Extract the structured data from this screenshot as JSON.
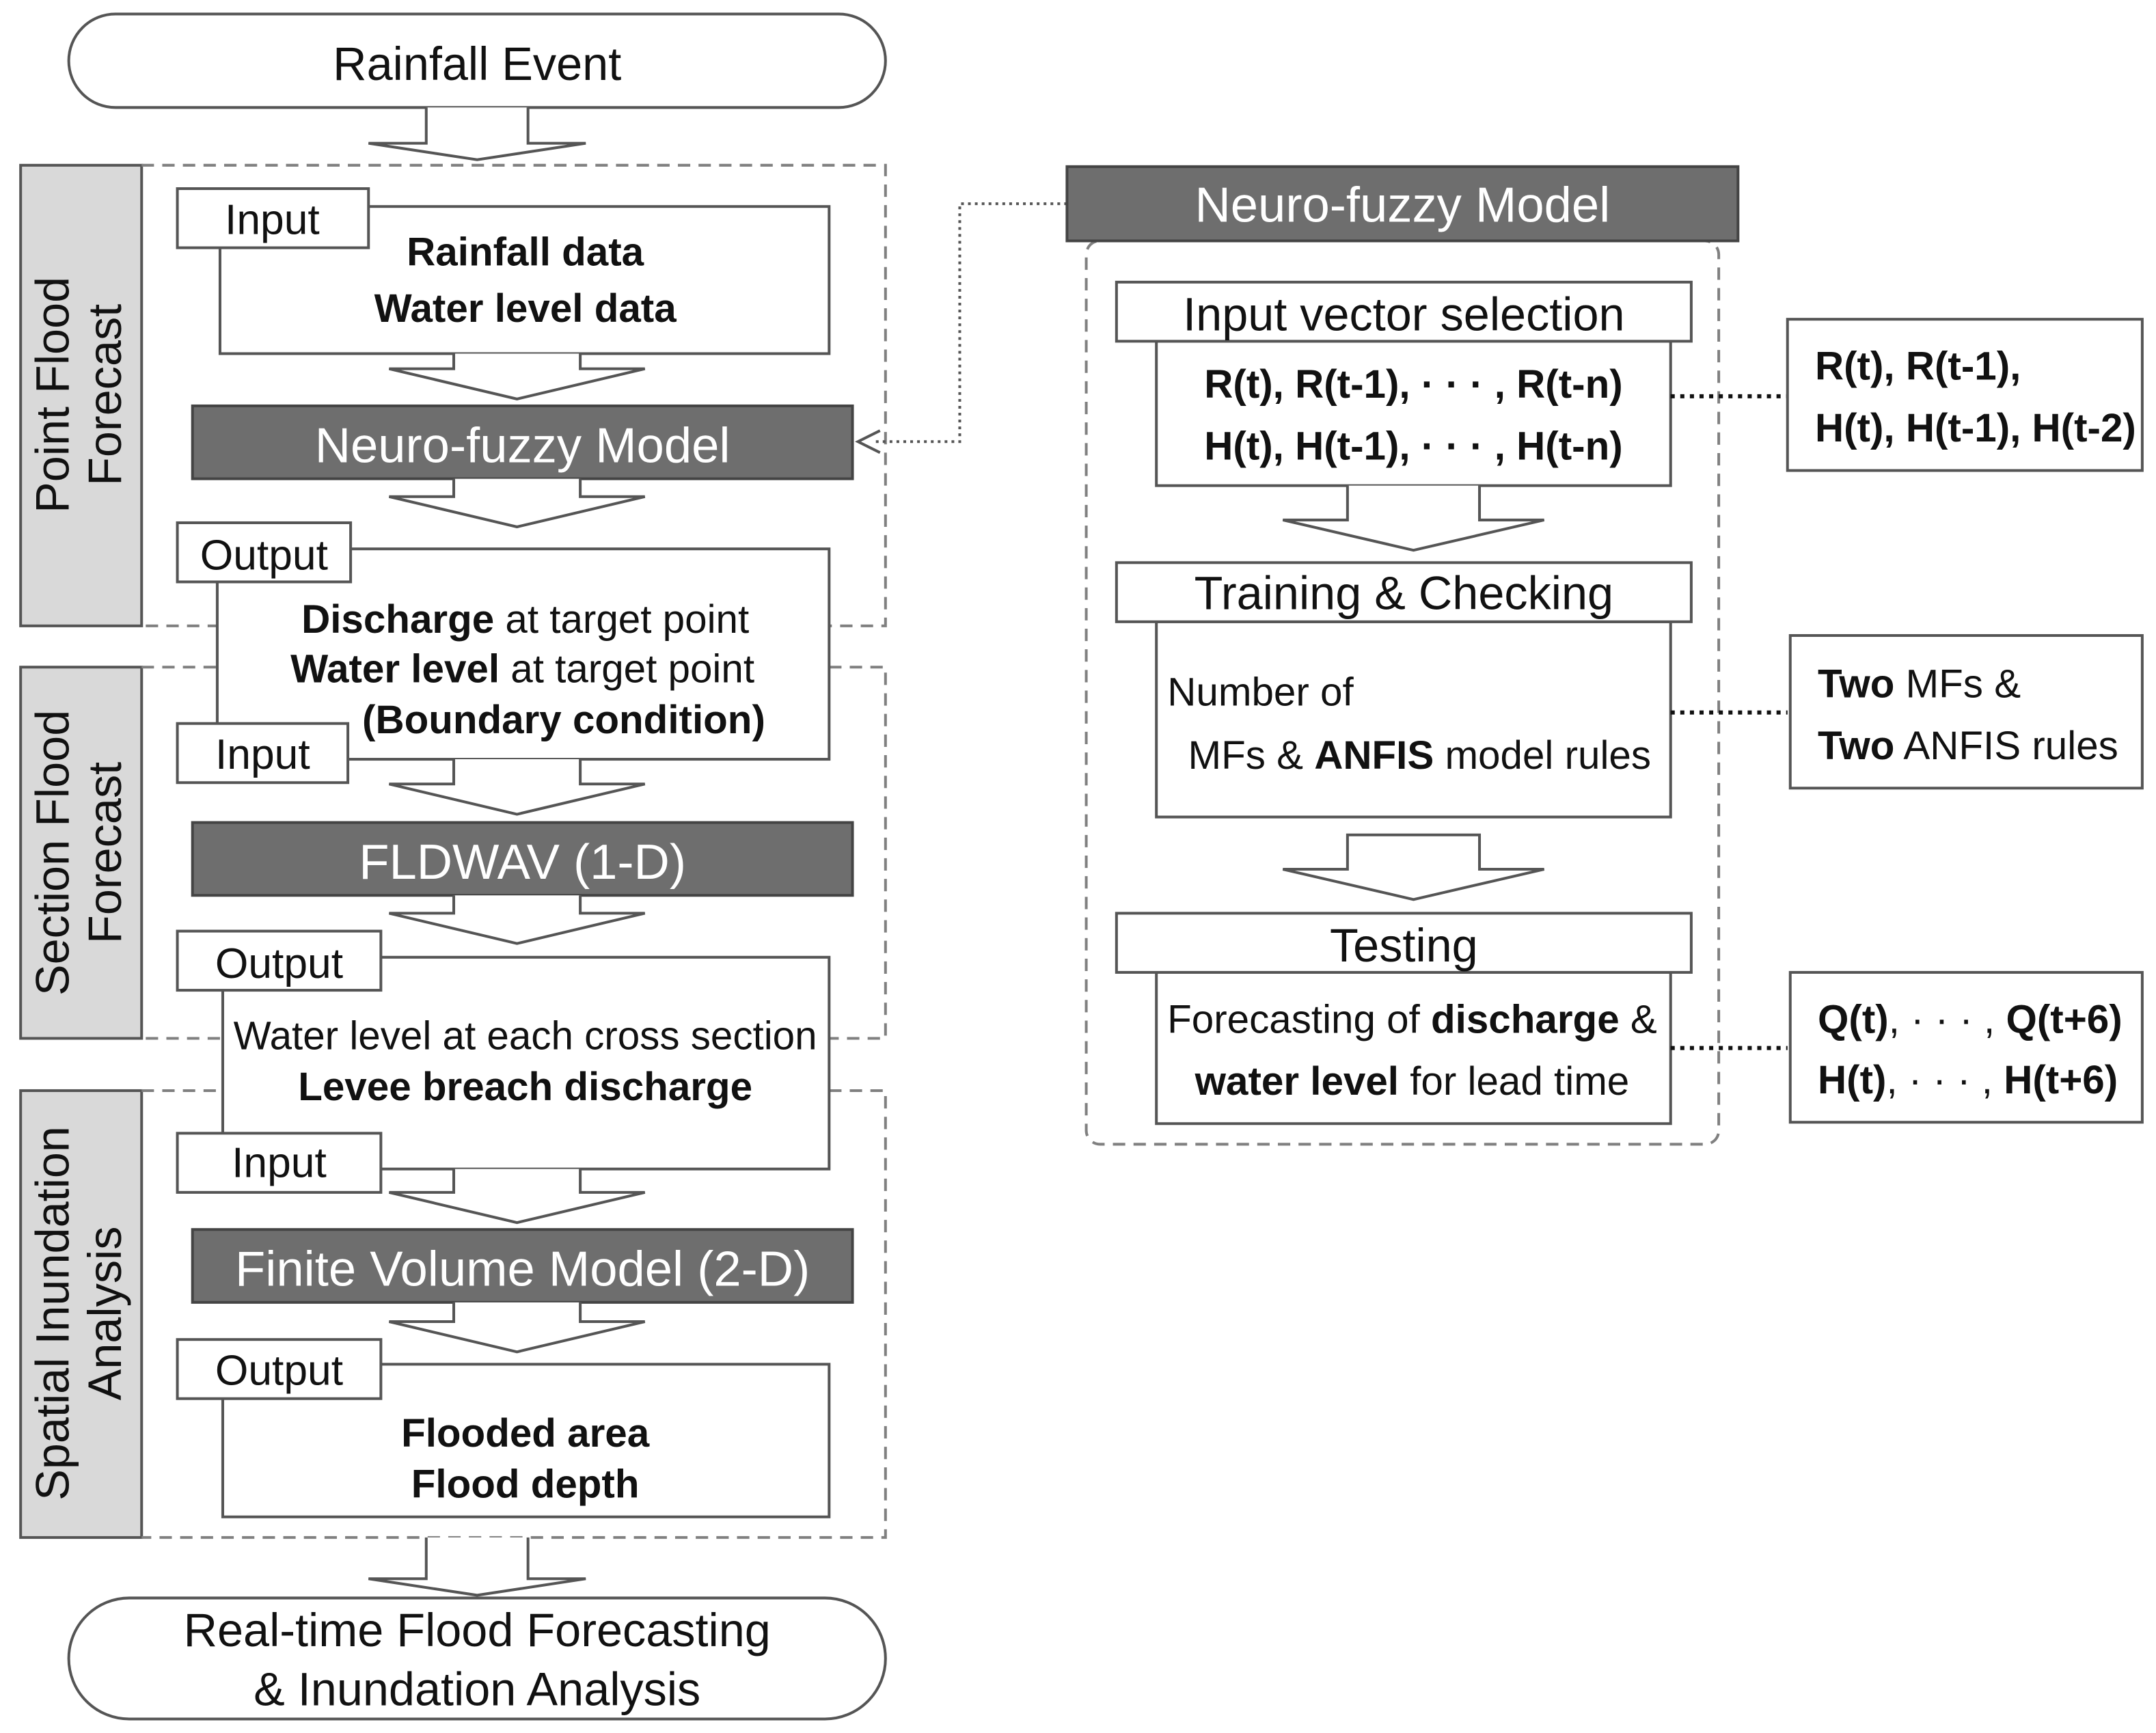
{
  "start": {
    "label": "Rainfall Event"
  },
  "end": {
    "line1": "Real-time Flood Forecasting",
    "line2": "& Inundation Analysis"
  },
  "stages": {
    "point": {
      "line1": "Point Flood",
      "line2": "Forecast"
    },
    "section": {
      "line1": "Section Flood",
      "line2": "Forecast"
    },
    "spatial": {
      "line1": "Spatial Inundation",
      "line2": "Analysis"
    }
  },
  "io": {
    "input": "Input",
    "output": "Output"
  },
  "boxes": {
    "rainfall_input": {
      "line1": "Rainfall data",
      "line2": "Water level data"
    },
    "nf_output": {
      "l1_bold": "Discharge",
      "l1_rest": " at target point",
      "l2_bold": "Water level",
      "l2_rest": " at target point",
      "l3": "(Boundary condition)"
    },
    "fldwav_output": {
      "line1": "Water level at each cross section",
      "line2": "Levee breach discharge"
    },
    "fv_output": {
      "line1": "Flooded area",
      "line2": "Flood depth"
    }
  },
  "models": {
    "neuro_fuzzy": "Neuro-fuzzy  Model",
    "fldwav": "FLDWAV (1-D)",
    "finite_volume": "Finite Volume Model (2-D)"
  },
  "detail": {
    "title": "Neuro-fuzzy Model",
    "step1": {
      "header": "Input vector selection",
      "line1": "R(t), R(t-1), · · · , R(t-n)",
      "line2": "H(t), H(t-1), · · · , H(t-n)"
    },
    "step2": {
      "header": "Training & Checking",
      "line1": "Number of",
      "line2_pre": "MFs & ",
      "line2_bold": "ANFIS",
      "line2_post": " model rules"
    },
    "step3": {
      "header": "Testing",
      "l1_pre": "Forecasting of ",
      "l1_bold": "discharge",
      "l1_post": " &",
      "l2_bold": "water level",
      "l2_post": " for lead time"
    }
  },
  "notes": {
    "note1": {
      "line1": "R(t), R(t-1),",
      "line2": "H(t), H(t-1), H(t-2)"
    },
    "note2": {
      "l1_bold": "Two",
      "l1_rest": " MFs &",
      "l2_bold": "Two",
      "l2_rest": " ANFIS rules"
    },
    "note3": {
      "l1_a": "Q(t)",
      "l1_b": ", · · · , ",
      "l1_c": "Q(t+6)",
      "l2_a": "H(t)",
      "l2_b": ", · · · , ",
      "l2_c": "H(t+6)"
    }
  },
  "colors": {
    "model_fill": "#6e6e6e",
    "stage_fill": "#d9d9d9",
    "stroke": "#555555",
    "dash": "#808080",
    "text": "#111111"
  }
}
